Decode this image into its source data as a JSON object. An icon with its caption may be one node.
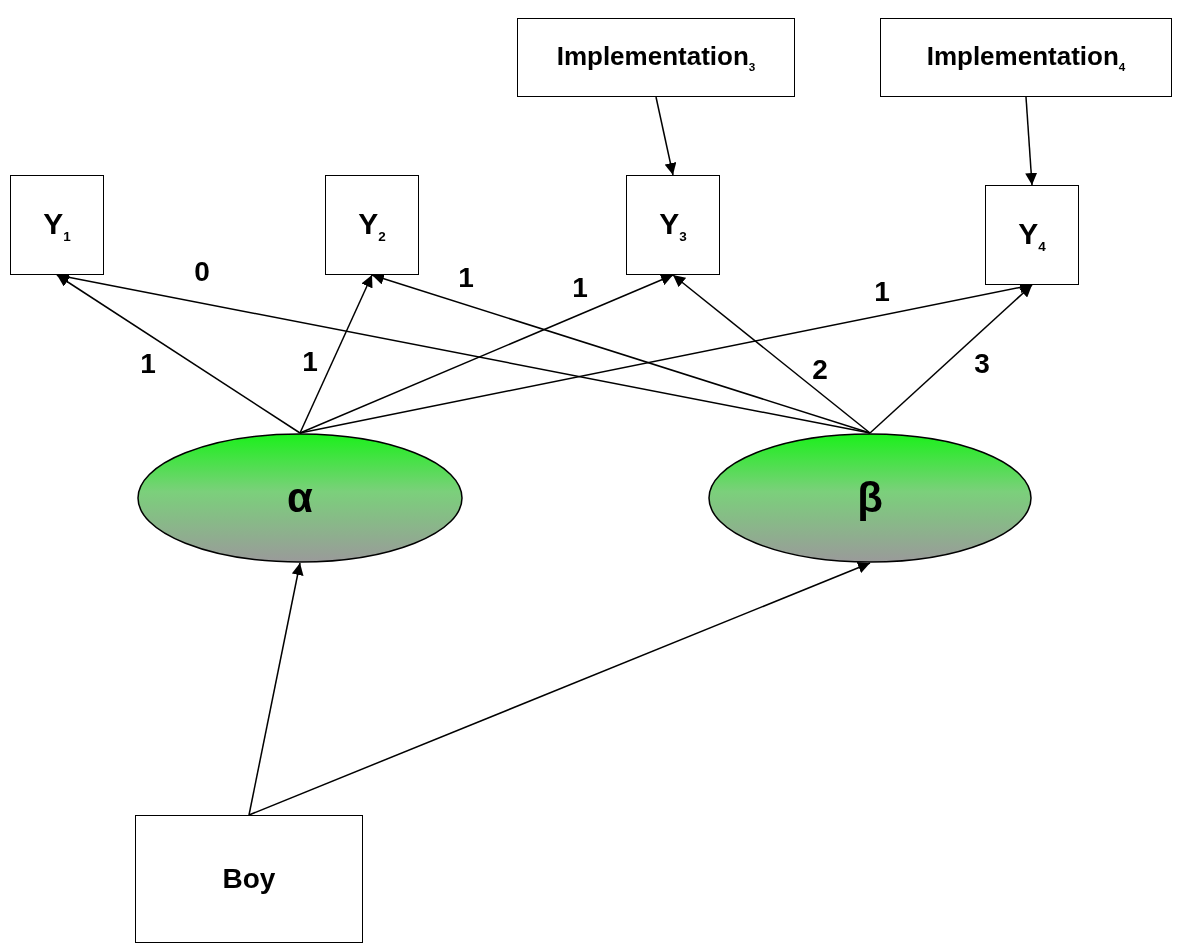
{
  "diagram": {
    "nodes": [
      {
        "text": [
          "Implementation$_{3}$"
        ]
      },
      {
        "text": [
          "Implementation$_{4}$"
        ]
      },
      {
        "text": [
          "Y$_{1}$"
        ]
      },
      {
        "text": [
          "Y$_{2}$"
        ]
      },
      {
        "text": [
          "Y$_{3}$"
        ]
      },
      {
        "text": [
          "Y$_{4}$"
        ]
      },
      {
        "text": [
          "α"
        ]
      },
      {
        "text": [
          "β"
        ]
      },
      {
        "text": [
          "Boy"
        ]
      }
    ],
    "edges": [
      {
        "from": 0,
        "to": 4,
        "arrow": "to"
      },
      {
        "from": 1,
        "to": 5,
        "arrow": "to"
      },
      {
        "from": 6,
        "to": 2,
        "arrow": "to",
        "label": "1"
      },
      {
        "from": 6,
        "to": 3,
        "arrow": "to",
        "label": "1"
      },
      {
        "from": 6,
        "to": 4,
        "arrow": "to",
        "label": "1"
      },
      {
        "from": 6,
        "to": 5,
        "arrow": "to",
        "label": "1"
      },
      {
        "from": 7,
        "to": 2,
        "arrow": "to",
        "label": "0"
      },
      {
        "from": 7,
        "to": 3,
        "arrow": "to",
        "label": "1"
      },
      {
        "from": 7,
        "to": 4,
        "arrow": "to",
        "label": "2"
      },
      {
        "from": 7,
        "to": 5,
        "arrow": "to",
        "label": "3"
      },
      {
        "from": 8,
        "to": 6,
        "arrow": "to"
      },
      {
        "from": 8,
        "to": 7,
        "arrow": "to"
      }
    ]
  }
}
